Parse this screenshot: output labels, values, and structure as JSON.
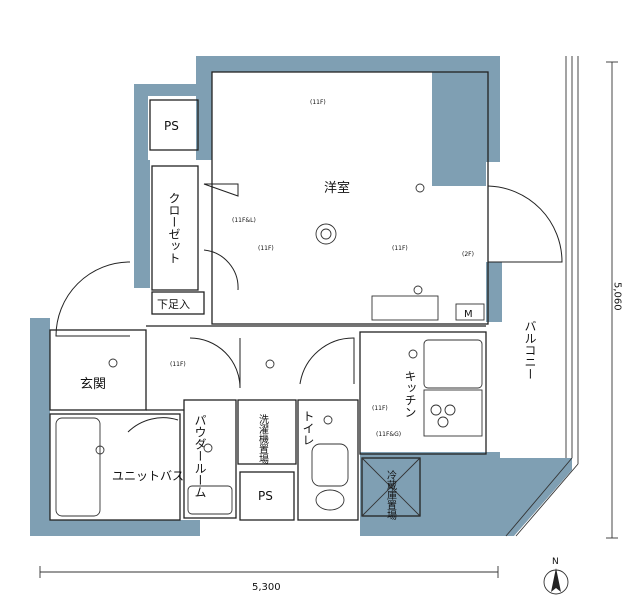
{
  "colors": {
    "wall": "#7f9fb3",
    "ink": "#222222",
    "background": "#ffffff"
  },
  "rooms": {
    "western_room": "洋室",
    "closet": "クローゼット",
    "shoe_box": "下足入",
    "entrance": "玄関",
    "unit_bath": "ユニットバス",
    "powder_room": "パウダールーム",
    "washer_space": "洗濯機置場",
    "toilet": "トイレ",
    "kitchen": "キッチン",
    "fridge_space": "冷蔵庫置場",
    "balcony": "バルコニー",
    "ps_top": "PS",
    "ps_bottom": "PS",
    "meter": "M"
  },
  "fixture_notes": {
    "ceiling_light_1": "(11F)",
    "ceiling_light_2": "(11F)",
    "ceiling_light_3": "(11F)",
    "light_pair": "(11F&L)",
    "hall_light": "(11F)",
    "kitchen_light": "(11F)",
    "kitchen_outlet": "(11F&G)",
    "aircon": "(2F)"
  },
  "dimensions": {
    "width": "5,300",
    "depth": "5,060"
  },
  "compass": "N"
}
